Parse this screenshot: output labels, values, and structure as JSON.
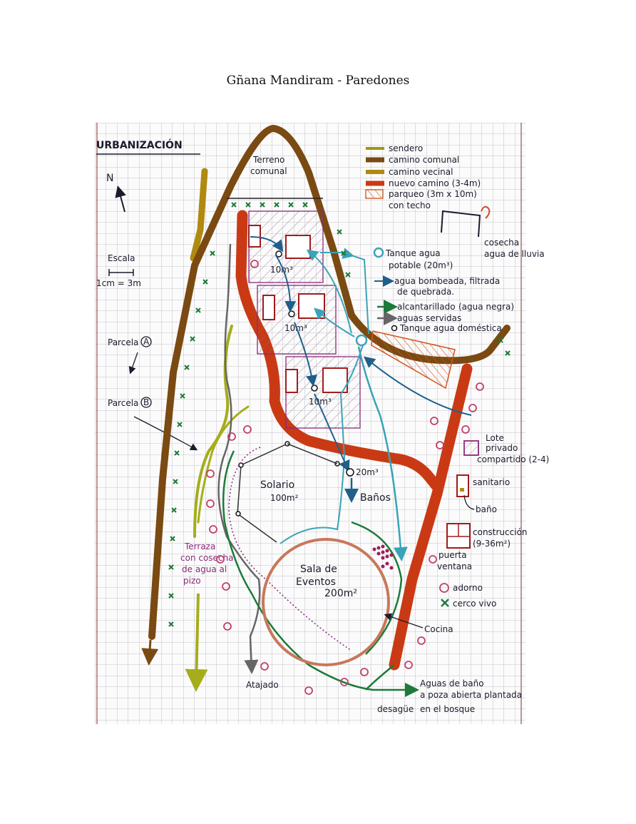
{
  "page": {
    "title": "Gñana Mandiram - Paredones"
  },
  "map": {
    "heading": "URBANIZACIÓN",
    "north": "N",
    "scale_label": "Escala",
    "scale_value": "1cm = 3m",
    "parcela_a": "Parcela",
    "parcela_a_mark": "A",
    "parcela_b": "Parcela",
    "parcela_b_mark": "B",
    "terreno_1": "Terreno",
    "terreno_2": "comunal",
    "tank_10_a": "10m³",
    "tank_10_b": "10m³",
    "tank_10_c": "10m³",
    "tank_20": "20m³",
    "solario_1": "Solario",
    "solario_2": "100m²",
    "banos": "Baños",
    "sala_1": "Sala de",
    "sala_2": "Eventos",
    "sala_3": "200m²",
    "cocina": "Cocina",
    "terraza_1": "Terraza",
    "terraza_2": "con cosecha",
    "terraza_3": "de agua al",
    "terraza_4": "pizo",
    "atajado": "Atajado",
    "aguas_1": "Aguas de baño",
    "aguas_2": "a poza abierta plantada",
    "desague_1": "desagüe",
    "desague_2": "en el bosque"
  },
  "legend": {
    "items": [
      {
        "label": "sendero",
        "color": "#9a9a12"
      },
      {
        "label": "camino comunal",
        "color": "#7a4a12"
      },
      {
        "label": "camino vecinal",
        "color": "#b08a10"
      },
      {
        "label": "nuevo camino (3-4m)",
        "color": "#cc3a12"
      },
      {
        "label": "parqueo (3m x 10m)",
        "color": "#d2541c"
      }
    ],
    "parqueo_sub": "con techo",
    "rain_1": "cosecha",
    "rain_2": "agua de lluvia",
    "tank_1": "Tanque agua",
    "tank_2": "potable (20m³)",
    "pumped_1": "agua bombeada, filtrada",
    "pumped_2": "de quebrada.",
    "sewer_1": "alcantarillado",
    "sewer_2": "(agua negra)",
    "grey": "aguas servidas",
    "domestic": "Tanque agua doméstica",
    "lote_1": "Lote",
    "lote_2": "privado",
    "lote_3": "compartido (2-4)",
    "sanitario": "sanitario",
    "bano": "baño",
    "construccion_1": "construcción",
    "construccion_2": "(9-36m²)",
    "puerta": "puerta",
    "ventana": "ventana",
    "adorno": "adorno",
    "cerco": "cerco vivo"
  },
  "colors": {
    "grid": "#b5b5bd",
    "border": "#8a2e2e",
    "ink": "#1b1b2e",
    "trail": "#a5ad1a",
    "communal_road": "#7a4a12",
    "new_road": "#c93a14",
    "teal": "#3aa3b8",
    "blue": "#1f5f8a",
    "green": "#1d7a3a",
    "purple": "#8a2a7a",
    "red_box": "#a01c1c",
    "hall": "#c8785a"
  }
}
